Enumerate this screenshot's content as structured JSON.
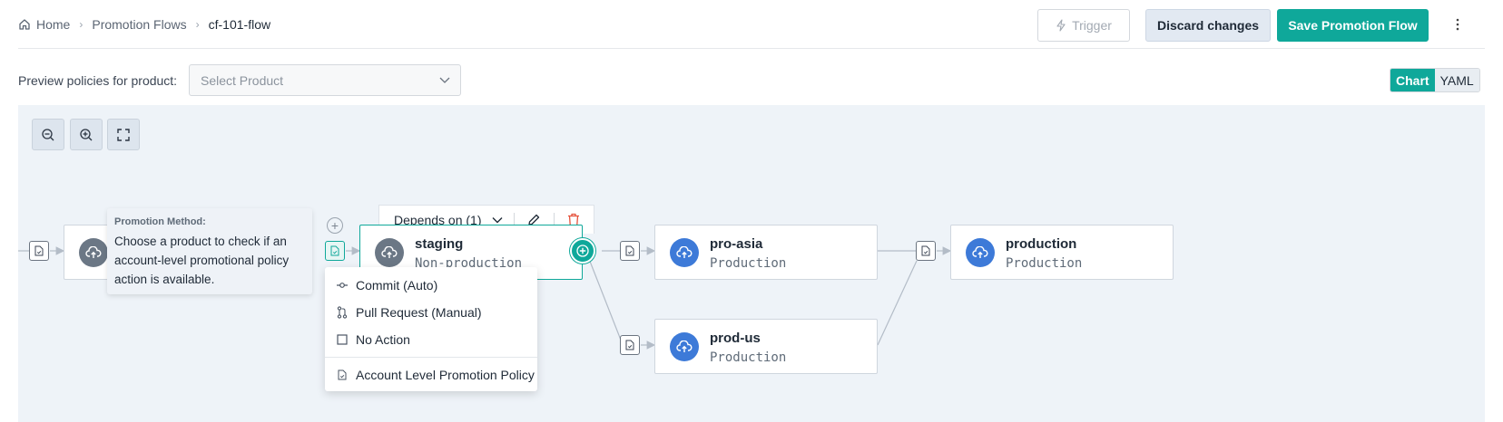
{
  "breadcrumb": {
    "home": "Home",
    "flows": "Promotion Flows",
    "current": "cf-101-flow"
  },
  "actions": {
    "trigger": "Trigger",
    "discard": "Discard changes",
    "save": "Save Promotion Flow"
  },
  "toolbar": {
    "preview_label": "Preview policies for product:",
    "product_placeholder": "Select Product",
    "view_chart": "Chart",
    "view_yaml": "YAML",
    "active_view": "Chart"
  },
  "depends": {
    "label": "Depends on (1)"
  },
  "nodes": {
    "staging": {
      "title": "staging",
      "subtitle": "Non-production"
    },
    "pro_asia": {
      "title": "pro-asia",
      "subtitle": "Production"
    },
    "prod_us": {
      "title": "prod-us",
      "subtitle": "Production"
    },
    "production": {
      "title": "production",
      "subtitle": "Production"
    }
  },
  "tooltip": {
    "title": "Promotion Method:",
    "body": "Choose a product to check if an account-level promotional policy action is available."
  },
  "menu": {
    "items": [
      {
        "label": "Commit (Auto)",
        "icon": "commit-icon"
      },
      {
        "label": "Pull Request (Manual)",
        "icon": "pull-request-icon"
      },
      {
        "label": "No Action",
        "icon": "square-icon"
      }
    ],
    "policy": {
      "label": "Account Level Promotion Policy",
      "icon": "file-policy-icon"
    }
  },
  "colors": {
    "accent": "#0fa89a",
    "node_icon_grey": "#6b7785",
    "node_icon_blue": "#3d7ad8",
    "delete_red": "#e5533d",
    "canvas_bg": "#eef3f8"
  }
}
